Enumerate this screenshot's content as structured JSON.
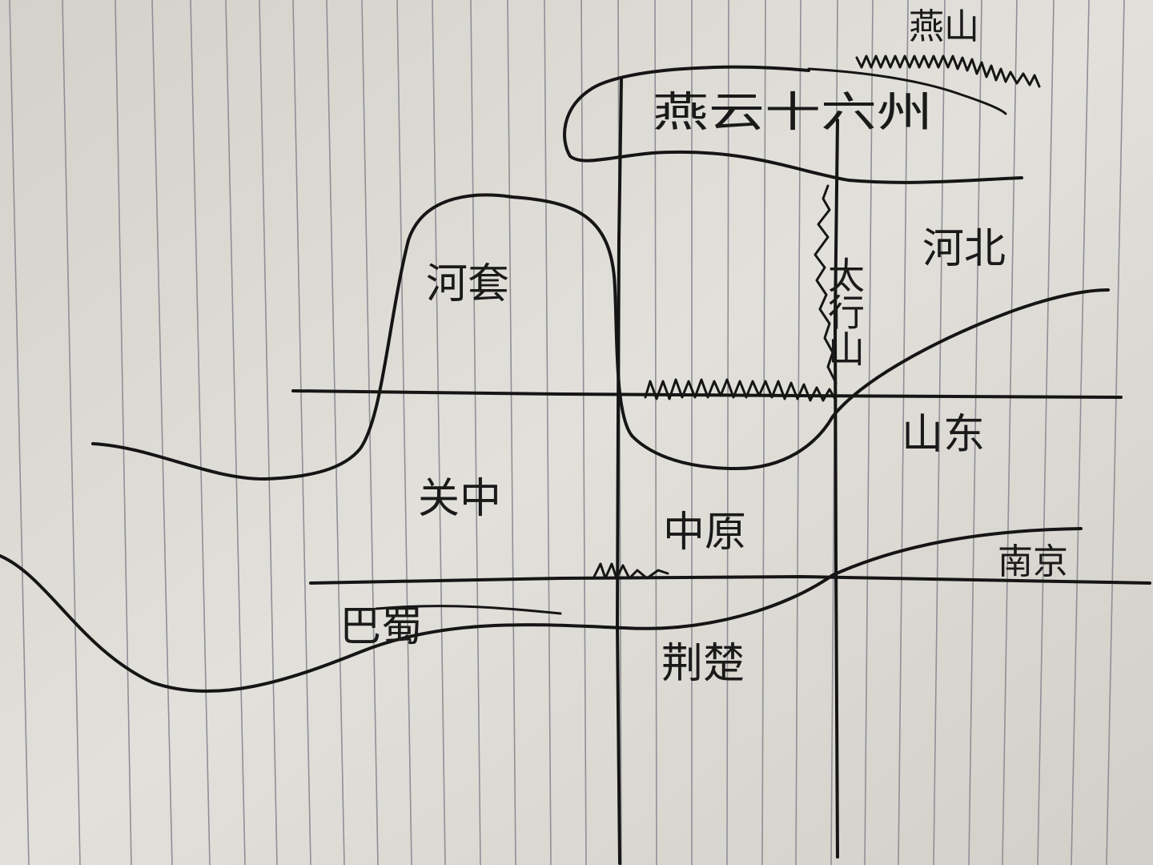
{
  "map": {
    "labels": {
      "yan_shan": "燕山",
      "yanyun": "燕云十六州",
      "hetao": "河套",
      "taihang": "太行山",
      "hebei": "河北",
      "shandong": "山东",
      "guanzhong": "关中",
      "zhongyuan": "中原",
      "nanjing": "南京",
      "bashu": "巴蜀",
      "jingchu": "荆楚"
    }
  },
  "colors": {
    "paper": "#dcd9d3",
    "ink": "#151515",
    "rule": "#8f8f96"
  }
}
